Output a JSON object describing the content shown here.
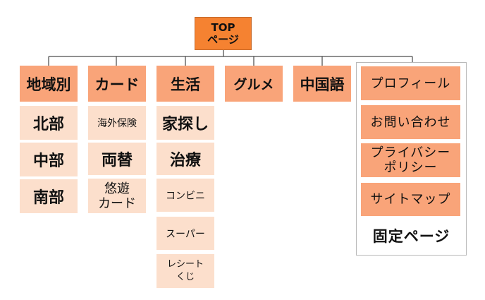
{
  "top": "TOP\nページ",
  "categories": {
    "region": "地域別",
    "card": "カード",
    "life": "生活",
    "gourmet": "グルメ",
    "chinese": "中国語"
  },
  "region_items": [
    "北部",
    "中部",
    "南部"
  ],
  "card_items": [
    "海外保険",
    "両替",
    "悠遊\nカード"
  ],
  "life_items": [
    "家探し",
    "治療",
    "コンビニ",
    "スーパー",
    "レシート\nくじ"
  ],
  "fixed_pages": [
    "プロフィール",
    "お問い合わせ",
    "プライバシー\nポリシー",
    "サイトマップ"
  ],
  "fixed_label": "固定ページ",
  "colors": {
    "top_fill": "#f58231",
    "category_fill": "#f9a479",
    "child_fill": "#fcdfcc",
    "line": "#222222"
  }
}
